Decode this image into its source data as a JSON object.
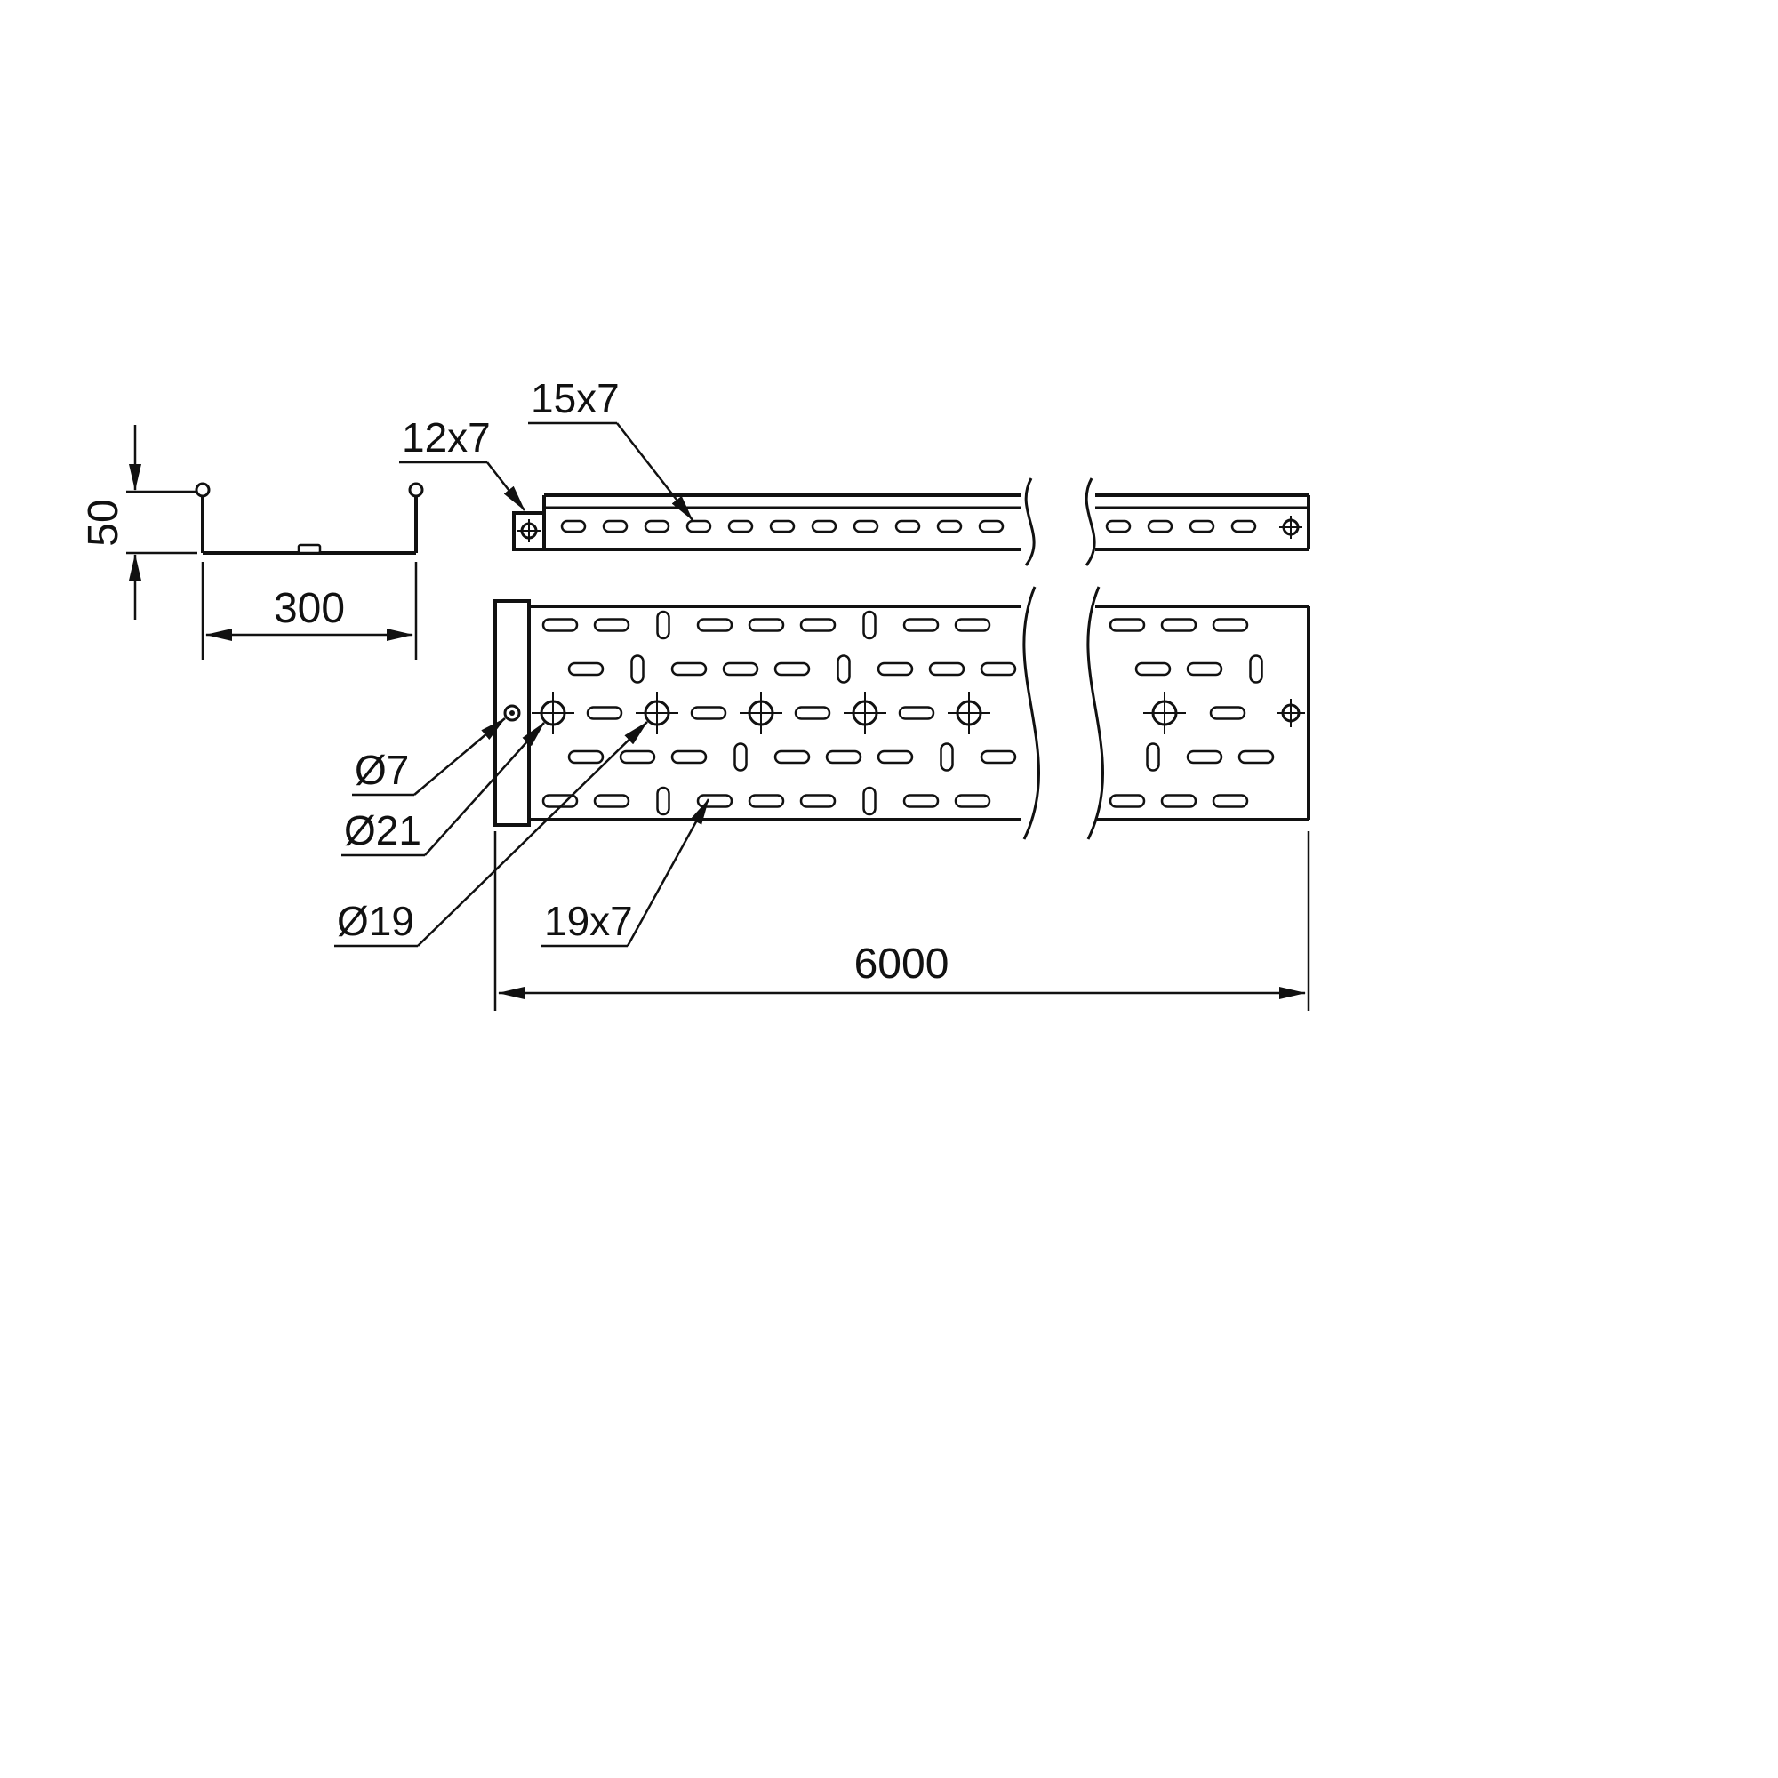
{
  "drawing": {
    "background": "#ffffff",
    "line_color": "#111111",
    "labels": {
      "height": "50",
      "width": "300",
      "length": "6000",
      "end_plate_slot": "12x7",
      "side_rail_slot": "15x7",
      "hole_dia_7": "Ø7",
      "hole_dia_21": "Ø21",
      "hole_dia_19": "Ø19",
      "base_slot": "19x7"
    }
  }
}
